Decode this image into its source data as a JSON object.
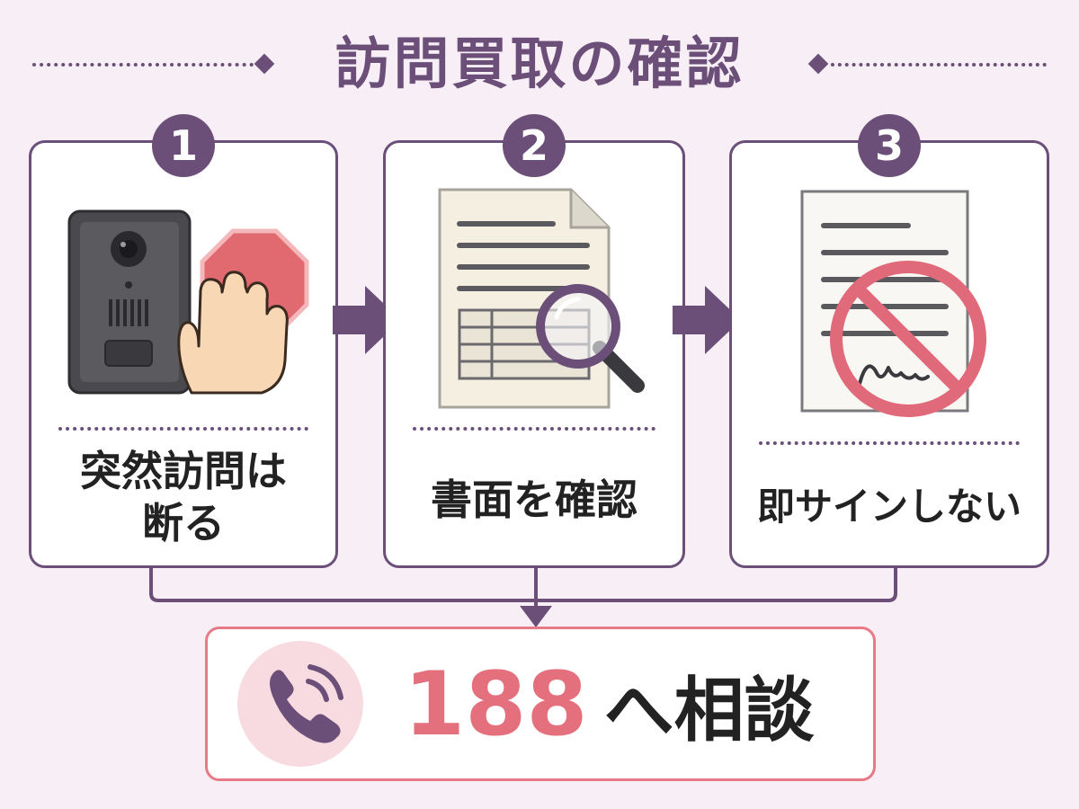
{
  "title": "訪問買取の確認",
  "steps": [
    {
      "number": "1",
      "label_line1": "突然訪問は",
      "label_line2": "断る"
    },
    {
      "number": "2",
      "label": "書面を確認"
    },
    {
      "number": "3",
      "label": "即サインしない"
    }
  ],
  "result": {
    "number": "188",
    "suffix": "へ相談"
  },
  "colors": {
    "accent": "#6b4f78",
    "alert": "#e4707d",
    "background": "#f7eef6",
    "text": "#222222"
  },
  "icons": {
    "step1": "intercom-with-stop-hand-icon",
    "step2": "document-with-magnifier-icon",
    "step3": "no-signature-icon",
    "result": "phone-ringing-icon"
  }
}
